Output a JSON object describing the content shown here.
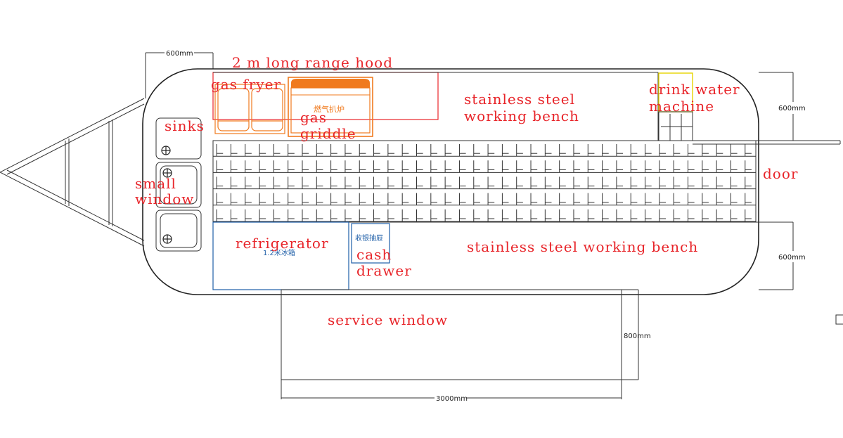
{
  "labels": {
    "hood": "2 m long range hood",
    "gas_fryer": "gas fryer",
    "gas_griddle": "gas\ngriddle",
    "griddle_cn": "燃气扒炉",
    "bench_top": "stainless steel\nworking bench",
    "drink_machine": "drink water\nmachine",
    "sinks": "sinks",
    "small_window": "small\nwindow",
    "door": "door",
    "refrigerator": "refrigerator",
    "fridge_cn": "1.2米冰箱",
    "cash_cn": "收银抽屉",
    "cash_drawer": "cash\ndrawer",
    "bench_bottom": "stainless steel working bench",
    "service_window": "service window"
  },
  "dimensions": {
    "hitch_width": "600mm",
    "right_top": "600mm",
    "right_bottom": "600mm",
    "service_depth": "800mm",
    "overall_length": "3000mm"
  },
  "colors": {
    "label": "#e8252a",
    "fryer": "#f07a1e",
    "griddle": "#f07a1e",
    "fridge": "#1f5fa8",
    "drink_machine": "#e6d400",
    "hood": "#e8252a",
    "lines": "#333333"
  }
}
